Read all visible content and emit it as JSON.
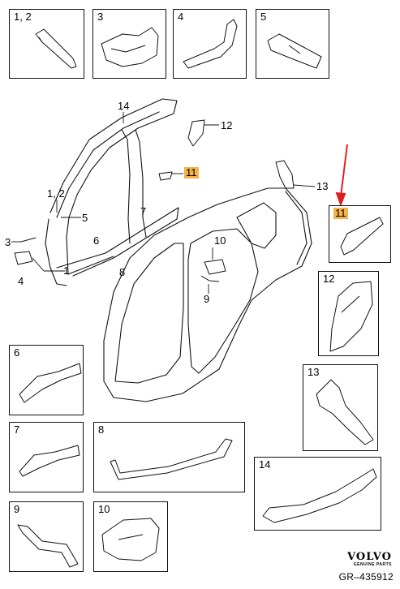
{
  "boxes": {
    "b12": "1, 2",
    "b3": "3",
    "b4": "4",
    "b5": "5",
    "b11": "11",
    "b12b": "12",
    "b6": "6",
    "b13": "13",
    "b7": "7",
    "b8": "8",
    "b14": "14",
    "b9": "9",
    "b10": "10"
  },
  "callouts": {
    "c14": "14",
    "c12": "12",
    "c11": "11",
    "c13": "13",
    "c12pair": "1, 2",
    "c5": "5",
    "c7": "7",
    "c3": "3",
    "c6": "6",
    "c1": "1",
    "c4": "4",
    "c8": "8",
    "c10": "10",
    "c9": "9"
  },
  "brand": {
    "name": "VOLVO",
    "sub": "GENUINE PARTS",
    "ref": "GR–435912"
  },
  "colors": {
    "highlight": "#f5b24a",
    "arrow": "#e02020",
    "line": "#111111"
  }
}
